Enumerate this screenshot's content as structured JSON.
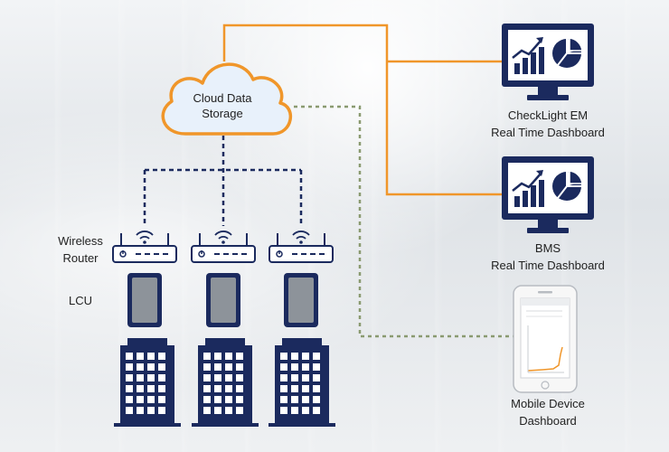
{
  "cloud": {
    "line1": "Cloud Data",
    "line2": "Storage"
  },
  "left_labels": {
    "router_line1": "Wireless",
    "router_line2": "Router",
    "lcu": "LCU"
  },
  "dashboards": {
    "checklight": {
      "line1": "CheckLight EM",
      "line2": "Real Time Dashboard"
    },
    "bms": {
      "line1": "BMS",
      "line2": "Real Time Dashboard"
    },
    "mobile": {
      "line1": "Mobile Device",
      "line2": "Dashboard"
    }
  },
  "colors": {
    "navy": "#1b2a5e",
    "orange": "#f0962a",
    "dotted_green": "#8a9a70",
    "cloud_fill": "#e8f1fb"
  },
  "icons": [
    "cloud-icon",
    "wireless-router-icon",
    "lcu-device-icon",
    "building-icon",
    "monitor-dashboard-icon",
    "smartphone-icon"
  ]
}
